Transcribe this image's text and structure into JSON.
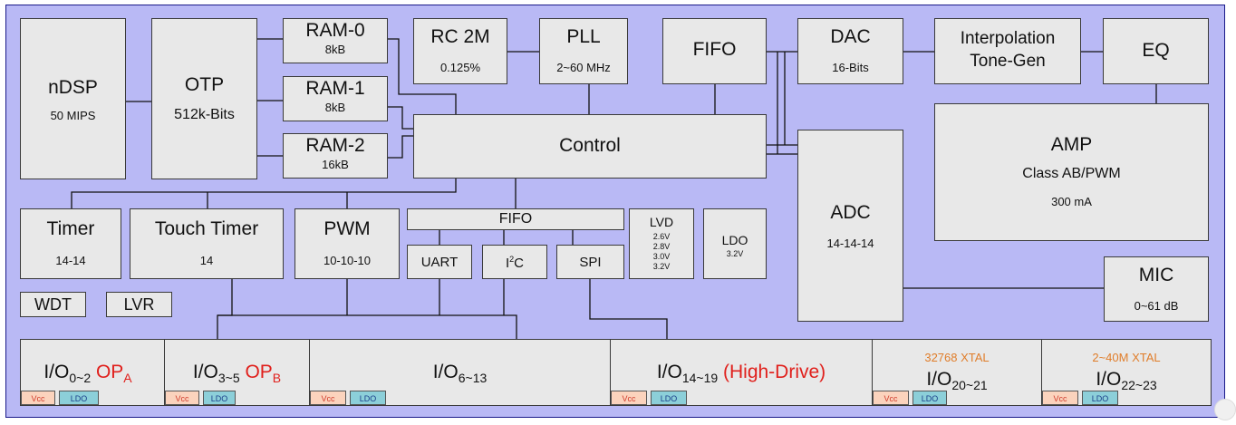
{
  "blocks": {
    "ndsp": {
      "title": "nDSP",
      "sub": "50 MIPS"
    },
    "otp": {
      "title": "OTP",
      "sub": "512k-Bits"
    },
    "ram0": {
      "title": "RAM-0",
      "sub": "8kB"
    },
    "ram1": {
      "title": "RAM-1",
      "sub": "8kB"
    },
    "ram2": {
      "title": "RAM-2",
      "sub": "16kB"
    },
    "rc2m": {
      "title": "RC 2M",
      "sub": "0.125%"
    },
    "pll": {
      "title": "PLL",
      "sub": "2~60 MHz"
    },
    "fifo_top": {
      "title": "FIFO"
    },
    "dac": {
      "title": "DAC",
      "sub": "16-Bits"
    },
    "interp": {
      "line1": "Interpolation",
      "line2": "Tone-Gen"
    },
    "eq": {
      "title": "EQ"
    },
    "control": {
      "title": "Control"
    },
    "amp": {
      "title": "AMP",
      "sub": "Class AB/PWM",
      "sub2": "300 mA"
    },
    "adc": {
      "title": "ADC",
      "sub": "14-14-14"
    },
    "timer": {
      "title": "Timer",
      "sub": "14-14"
    },
    "touch": {
      "title": "Touch Timer",
      "sub": "14"
    },
    "pwm": {
      "title": "PWM",
      "sub": "10-10-10"
    },
    "fifo_mid": {
      "title": "FIFO"
    },
    "uart": {
      "title": "UART"
    },
    "i2c": {
      "pre": "I",
      "sup": "2",
      "post": "C"
    },
    "spi": {
      "title": "SPI"
    },
    "lvd": {
      "title": "LVD",
      "levels": [
        "2.6V",
        "2.8V",
        "3.0V",
        "3.2V"
      ]
    },
    "ldo": {
      "title": "LDO",
      "sub": "3.2V"
    },
    "mic": {
      "title": "MIC",
      "sub": "0~61 dB"
    },
    "wdt": {
      "title": "WDT"
    },
    "lvr": {
      "title": "LVR"
    }
  },
  "io": [
    {
      "base": "I/O",
      "range": "0~2",
      "extra": "OP",
      "extra_sub": "A"
    },
    {
      "base": "I/O",
      "range": "3~5",
      "extra": "OP",
      "extra_sub": "B"
    },
    {
      "base": "I/O",
      "range": "6~13"
    },
    {
      "base": "I/O",
      "range": "14~19",
      "extra": "(High-Drive)"
    },
    {
      "base": "I/O",
      "range": "20~21",
      "xtal": "32768 XTAL"
    },
    {
      "base": "I/O",
      "range": "22~23",
      "xtal": "2~40M XTAL"
    }
  ],
  "tags": {
    "vcc": "Vcc",
    "ldo": "LDO"
  },
  "colors": {
    "chip_bg": "#b9b9f5",
    "block_bg": "#e8e8e8",
    "red": "#e0201c",
    "orange": "#e07d2a",
    "vcc_bg": "#fbd3bd",
    "ldo_bg": "#8ccfd9"
  }
}
